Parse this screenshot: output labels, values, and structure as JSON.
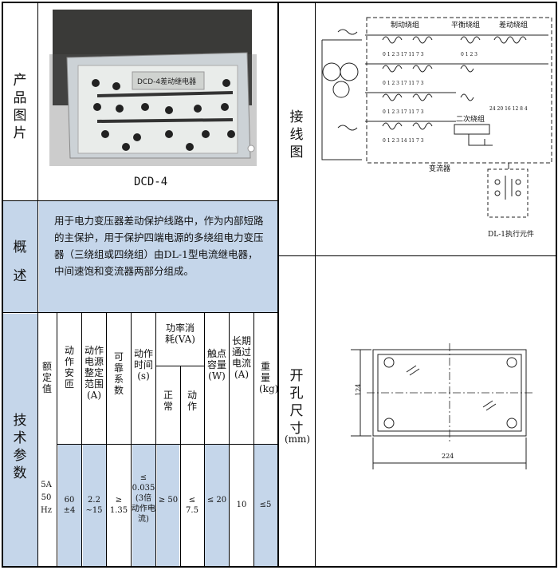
{
  "labels": {
    "product_image": "产品图片",
    "overview": "概述",
    "tech_params": "技术参数",
    "wiring": "接线图",
    "cutout": "开孔尺寸",
    "cutout_unit": "(mm)"
  },
  "product": {
    "model": "DCD-4",
    "device_plate": "DCD-4差动继电器",
    "device_plate2": "差动继电器"
  },
  "overview_text": "用于电力变压器差动保护线路中，作为内部短路的主保护，用于保护四端电源的多绕组电力变压器（三绕组或四绕组）由DL-1型电流继电器，中间速饱和变流器两部分组成。",
  "params": {
    "headers": {
      "rated": "额定值",
      "ampere_turns": "动作安匝",
      "range": "动作电源整定范围(A)",
      "reliability": "可靠系数",
      "time": "动作时间(s)",
      "power": "功率消耗(VA)",
      "normal": "正常",
      "action": "动作",
      "contact": "触点容量(W)",
      "long_current": "长期通过电流(A)",
      "weight": "重量(kg)"
    },
    "values": {
      "rated": "5A 50 Hz",
      "ampere_turns": "60 ±4",
      "range": "2.2 ~15",
      "reliability": "≥ 1.35",
      "time": "≤ 0.035 (3倍动作电流)",
      "normal": "≥ 50",
      "action": "≤ 7.5",
      "contact": "≤ 20",
      "long_current": "10",
      "weight": "≤5"
    }
  },
  "wiring": {
    "group_brake": "制动绕组",
    "group_balance": "平衡绕组",
    "group_diff": "差动绕组",
    "group_secondary": "二次绕组",
    "transformer": "变流器",
    "exec": "DL-1执行元件",
    "tap_row1": "0 1 2 3  17 11 7  3",
    "tap_row2": "0 1 2 3  17 11 7  3",
    "tap_row3": "0 1 2 3  17 11 7  3",
    "tap_row4": "0 1 2 3  14 11 7  3",
    "tap_bal": "0 1 2 3",
    "tap_diff": "24 20 16 12 8 4"
  },
  "cutout": {
    "height": "124",
    "width": "224"
  }
}
